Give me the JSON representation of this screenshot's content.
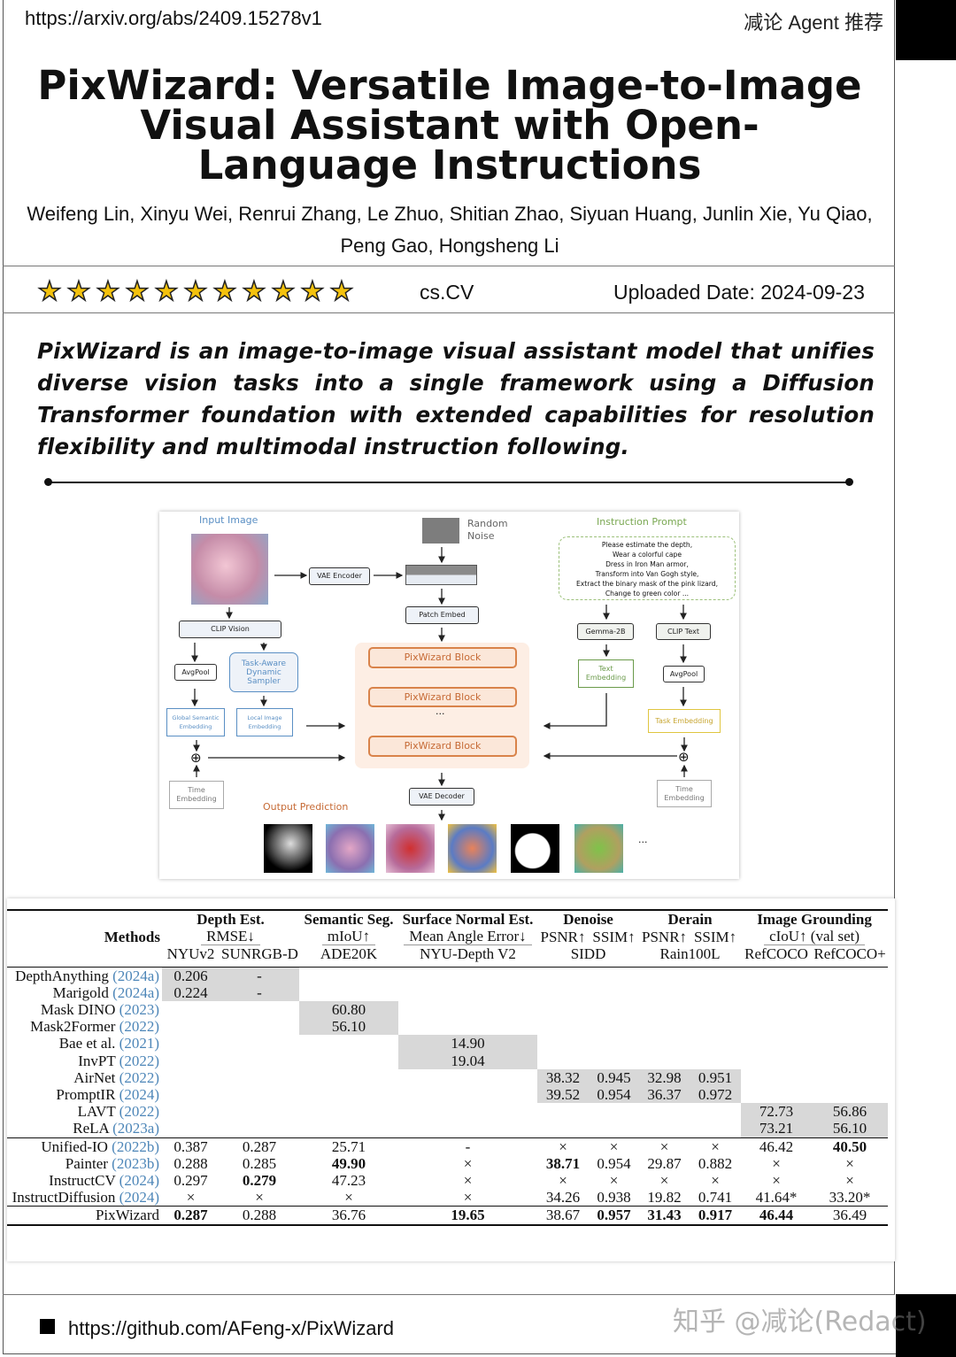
{
  "header": {
    "url": "https://arxiv.org/abs/2409.15278v1",
    "brand": "减论 Agent 推荐"
  },
  "paper": {
    "title": "PixWizard: Versatile Image-to-Image Visual Assistant with Open-Language Instructions",
    "authors": "Weifeng Lin, Xinyu Wei, Renrui Zhang, Le Zhuo, Shitian Zhao, Siyuan Huang, Junlin Xie, Yu Qiao, Peng Gao, Hongsheng Li",
    "rating_stars": 11,
    "category": "cs.CV",
    "uploaded": "Uploaded Date: 2024-09-23",
    "abstract": "PixWizard is an image-to-image visual assistant model that unifies diverse vision tasks into a single framework using a Diffusion Transformer foundation with extended capabilities for resolution flexibility and multimodal instruction following."
  },
  "diagram": {
    "input_image": "Input Image",
    "random_noise": "Random Noise",
    "instruction_prompt": "Instruction Prompt",
    "prompt_lines": [
      "Please estimate the depth,",
      "Wear a colorful cape",
      "Dress in Iron Man armor,",
      "Transform into Van Gogh style,",
      "Extract the binary mask of the pink lizard,",
      "Change to green color ..."
    ],
    "vae_encoder": "VAE Encoder",
    "patch_embed": "Patch Embed",
    "clip_vision": "CLIP Vision",
    "avgpool": "AvgPool",
    "sampler": "Task-Aware Dynamic Sampler",
    "global_emb": "Global Semantic Embedding",
    "local_emb": "Local Image Embedding",
    "block": "PixWizard Block",
    "dots": "...",
    "time_emb": "Time Embedding",
    "vae_decoder": "VAE Decoder",
    "output_prediction": "Output Prediction",
    "gemma": "Gemma-2B",
    "clip_text": "CLIP Text",
    "text_emb": "Text Embedding",
    "task_emb": "Task Embedding",
    "oplus": "⊕"
  },
  "table": {
    "groups": [
      {
        "name": "Depth Est.",
        "metric": "RMSE↓",
        "span": 2
      },
      {
        "name": "Semantic Seg.",
        "metric": "mIoU↑",
        "span": 1
      },
      {
        "name": "Surface Normal Est.",
        "metric": "Mean Angle Error↓",
        "span": 1
      },
      {
        "name": "Denoise",
        "metrics": [
          "PSNR↑",
          "SSIM↑"
        ],
        "span": 2
      },
      {
        "name": "Derain",
        "metrics": [
          "PSNR↑",
          "SSIM↑"
        ],
        "span": 2
      },
      {
        "name": "Image Grounding",
        "metric": "cIoU↑ (val set)",
        "span": 2
      }
    ],
    "methods_header": "Methods",
    "datasets": [
      {
        "n": "NYUv2",
        "s": 1
      },
      {
        "n": "SUNRGB-D",
        "s": 1
      },
      {
        "n": "ADE20K",
        "s": 1
      },
      {
        "n": "NYU-Depth V2",
        "s": 1
      },
      {
        "n": "SIDD",
        "s": 2
      },
      {
        "n": "Rain100L",
        "s": 2
      },
      {
        "n": "RefCOCO",
        "s": 1
      },
      {
        "n": "RefCOCO+",
        "s": 1
      }
    ],
    "rows": [
      {
        "method": "DepthAnything",
        "cite": "(2024a)",
        "cells": [
          "0.206",
          "-",
          "",
          "",
          "",
          "",
          "",
          "",
          "",
          ""
        ],
        "gray": [
          0,
          1
        ],
        "bold": [],
        "section": 1
      },
      {
        "method": "Marigold",
        "cite": "(2024a)",
        "cells": [
          "0.224",
          "-",
          "",
          "",
          "",
          "",
          "",
          "",
          "",
          ""
        ],
        "gray": [
          0,
          1
        ],
        "bold": [],
        "section": 1
      },
      {
        "method": "Mask DINO",
        "cite": "(2023)",
        "cells": [
          "",
          "",
          "60.80",
          "",
          "",
          "",
          "",
          "",
          "",
          ""
        ],
        "gray": [
          2
        ],
        "bold": [],
        "section": 1
      },
      {
        "method": "Mask2Former",
        "cite": "(2022)",
        "cells": [
          "",
          "",
          "56.10",
          "",
          "",
          "",
          "",
          "",
          "",
          ""
        ],
        "gray": [
          2
        ],
        "bold": [],
        "section": 1
      },
      {
        "method": "Bae et al.",
        "cite": "(2021)",
        "cells": [
          "",
          "",
          "",
          "14.90",
          "",
          "",
          "",
          "",
          "",
          ""
        ],
        "gray": [
          3
        ],
        "bold": [],
        "section": 1
      },
      {
        "method": "InvPT",
        "cite": "(2022)",
        "cells": [
          "",
          "",
          "",
          "19.04",
          "",
          "",
          "",
          "",
          "",
          ""
        ],
        "gray": [
          3
        ],
        "bold": [],
        "section": 1
      },
      {
        "method": "AirNet",
        "cite": "(2022)",
        "cells": [
          "",
          "",
          "",
          "",
          "38.32",
          "0.945",
          "32.98",
          "0.951",
          "",
          ""
        ],
        "gray": [
          4,
          5,
          6,
          7
        ],
        "bold": [],
        "section": 1
      },
      {
        "method": "PromptIR",
        "cite": "(2024)",
        "cells": [
          "",
          "",
          "",
          "",
          "39.52",
          "0.954",
          "36.37",
          "0.972",
          "",
          ""
        ],
        "gray": [
          4,
          5,
          6,
          7
        ],
        "bold": [],
        "section": 1
      },
      {
        "method": "LAVT",
        "cite": "(2022)",
        "cells": [
          "",
          "",
          "",
          "",
          "",
          "",
          "",
          "",
          "72.73",
          "56.86"
        ],
        "gray": [
          8,
          9
        ],
        "bold": [],
        "section": 1
      },
      {
        "method": "ReLA",
        "cite": "(2023a)",
        "cells": [
          "",
          "",
          "",
          "",
          "",
          "",
          "",
          "",
          "73.21",
          "56.10"
        ],
        "gray": [
          8,
          9
        ],
        "bold": [],
        "section": 1
      },
      {
        "method": "Unified-IO",
        "cite": "(2022b)",
        "cells": [
          "0.387",
          "0.287",
          "25.71",
          "-",
          "×",
          "×",
          "×",
          "×",
          "46.42",
          "40.50"
        ],
        "gray": [],
        "bold": [
          9
        ],
        "section": 2
      },
      {
        "method": "Painter",
        "cite": "(2023b)",
        "cells": [
          "0.288",
          "0.285",
          "49.90",
          "×",
          "38.71",
          "0.954",
          "29.87",
          "0.882",
          "×",
          "×"
        ],
        "gray": [],
        "bold": [
          2,
          4
        ],
        "section": 2
      },
      {
        "method": "InstructCV",
        "cite": "(2024)",
        "cells": [
          "0.297",
          "0.279",
          "47.23",
          "×",
          "×",
          "×",
          "×",
          "×",
          "×",
          "×"
        ],
        "gray": [],
        "bold": [
          1
        ],
        "section": 2
      },
      {
        "method": "InstructDiffusion",
        "cite": "(2024)",
        "cells": [
          "×",
          "×",
          "×",
          "×",
          "34.26",
          "0.938",
          "19.82",
          "0.741",
          "41.64*",
          "33.20*"
        ],
        "gray": [],
        "bold": [],
        "section": 2
      },
      {
        "method": "PixWizard",
        "cite": "",
        "cells": [
          "0.287",
          "0.288",
          "36.76",
          "19.65",
          "38.67",
          "0.957",
          "31.43",
          "0.917",
          "46.44",
          "36.49"
        ],
        "gray": [],
        "bold": [
          0,
          3,
          5,
          6,
          7,
          8
        ],
        "section": 3
      }
    ]
  },
  "footer": {
    "github": "https://github.com/AFeng-x/PixWizard",
    "watermark": "知乎 @减论(Redact)"
  },
  "colors": {
    "star": "#f4c20d",
    "cite": "#4d86b8",
    "highlight": "#d8d8d8",
    "block": "#d9834a"
  }
}
